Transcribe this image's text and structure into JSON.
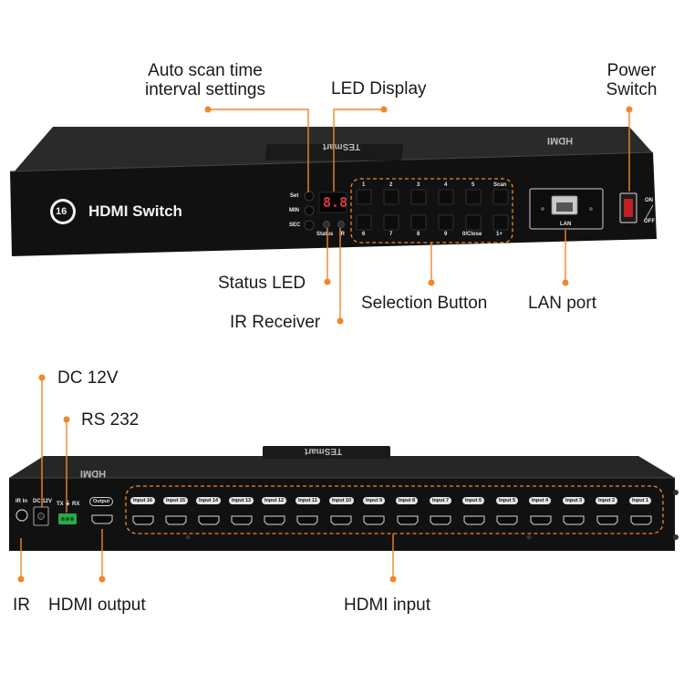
{
  "callouts": {
    "auto_scan_line1": "Auto scan time",
    "auto_scan_line2": "interval settings",
    "led_display": "LED Display",
    "power_line1": "Power",
    "power_line2": "Switch",
    "status_led": "Status LED",
    "ir_receiver": "IR Receiver",
    "selection_button": "Selection Button",
    "lan_port": "LAN port",
    "dc_12v": "DC 12V",
    "rs_232": "RS 232",
    "ir": "IR",
    "hdmi_output": "HDMI output",
    "hdmi_input": "HDMI input"
  },
  "front_panel": {
    "badge_number": "16",
    "title": "HDMI Switch",
    "brand": "TESmart",
    "brand_sub": "16 HDMI Switch",
    "hdmi_logo": "HDMI",
    "set_label": "Set",
    "min_label": "MIN",
    "sec_label": "SEC",
    "status_label": "Status",
    "ir_label": "IR",
    "led_value": "8.8",
    "button_top_labels": [
      "1",
      "2",
      "3",
      "4",
      "5",
      "Scan"
    ],
    "button_bottom_labels": [
      "6",
      "7",
      "8",
      "9",
      "0/Close",
      "1+"
    ],
    "lan_label": "LAN",
    "power_on": "ON",
    "power_off": "OFF"
  },
  "rear_panel": {
    "ir_in": "IR In",
    "dc_label": "DC 12V",
    "rs232_label": "TX ⏚ RX",
    "output_label": "Output",
    "hdmi_logo": "HDMI",
    "brand": "TESmart",
    "inputs": [
      "Input 16",
      "Input 15",
      "Input 14",
      "Input 13",
      "Input 12",
      "Input 11",
      "Input 10",
      "Input 9",
      "Input 8",
      "Input 7",
      "Input 6",
      "Input 5",
      "Input 4",
      "Input 3",
      "Input 2",
      "Input 1"
    ]
  },
  "colors": {
    "accent": "#f0862a",
    "device_body": "#111111",
    "label_text": "#1a1a1a"
  }
}
